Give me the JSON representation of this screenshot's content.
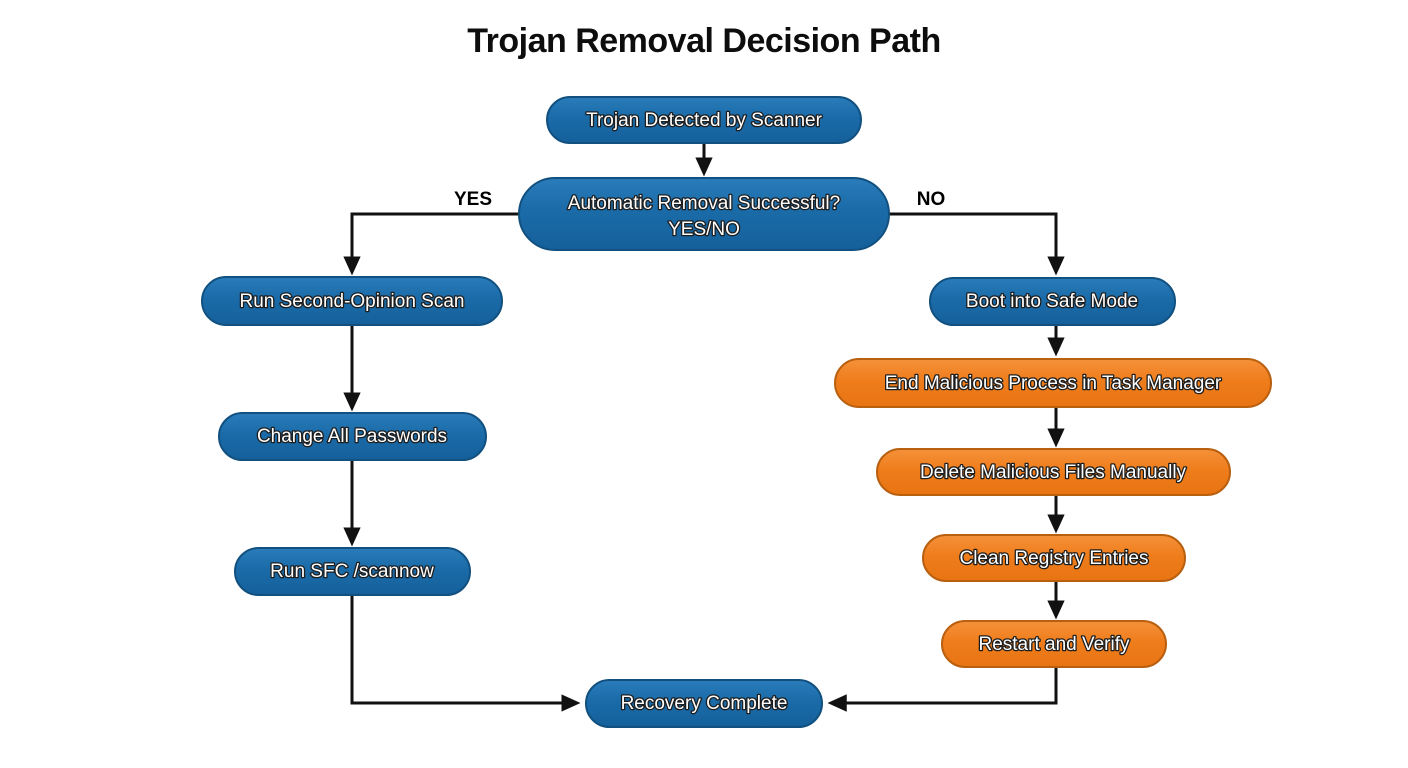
{
  "title": "Trojan Removal Decision Path",
  "colors": {
    "blue_fill": "#1a6ba8",
    "blue_border": "#11507f",
    "orange_fill": "#ef7d1c",
    "orange_border": "#b85f10",
    "edge": "#111111",
    "node_text": "#ffffff",
    "background": "#ffffff"
  },
  "nodes": {
    "start": {
      "label": "Trojan Detected by Scanner",
      "color": "blue"
    },
    "decision": {
      "label_line1": "Automatic Removal Successful?",
      "label_line2": "YES/NO",
      "color": "blue"
    },
    "left1": {
      "label": "Run Second-Opinion Scan",
      "color": "blue"
    },
    "left2": {
      "label": "Change All Passwords",
      "color": "blue"
    },
    "left3": {
      "label": "Run SFC /scannow",
      "color": "blue"
    },
    "right1": {
      "label": "Boot into Safe Mode",
      "color": "blue"
    },
    "right2": {
      "label": "End Malicious Process in Task Manager",
      "color": "orange"
    },
    "right3": {
      "label": "Delete Malicious Files Manually",
      "color": "orange"
    },
    "right4": {
      "label": "Clean Registry Entries",
      "color": "orange"
    },
    "right5": {
      "label": "Restart and Verify",
      "color": "orange"
    },
    "end": {
      "label": "Recovery Complete",
      "color": "blue"
    }
  },
  "branch_labels": {
    "yes": "YES",
    "no": "NO"
  }
}
